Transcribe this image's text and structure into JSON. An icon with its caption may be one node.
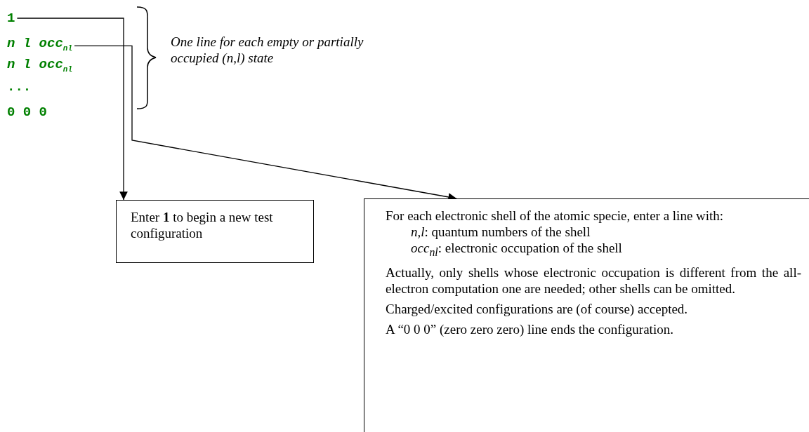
{
  "diagram": {
    "nodes": [
      {
        "text": [
          "1"
        ]
      },
      {
        "text": [
          "n l occ$_{nl}$"
        ]
      },
      {
        "text": [
          "Enter **1** to begin a new test configuration"
        ]
      },
      {
        "text": [
          "For each electronic shell of the atomic specie, enter a line with:",
          "*n,l*: quantum numbers of the shell",
          "*occ$_{nl}$*: electronic occupation of the shell",
          "Actually, only shells whose electronic occupation is different from the all-electron computation one are needed; other shells can be omitted.",
          "Charged/excited configurations are (of course) accepted.",
          "A “0 0 0” (zero zero zero) line ends the configuration."
        ]
      }
    ],
    "edges": [
      {
        "from": 0,
        "to": 2,
        "arrow": "to"
      },
      {
        "from": 1,
        "to": 3,
        "arrow": "to"
      }
    ],
    "labels": [
      "One line for each empty or partially occupied (n,l) state",
      "n l occ$_{nl}$",
      "...",
      "0 0 0"
    ]
  }
}
